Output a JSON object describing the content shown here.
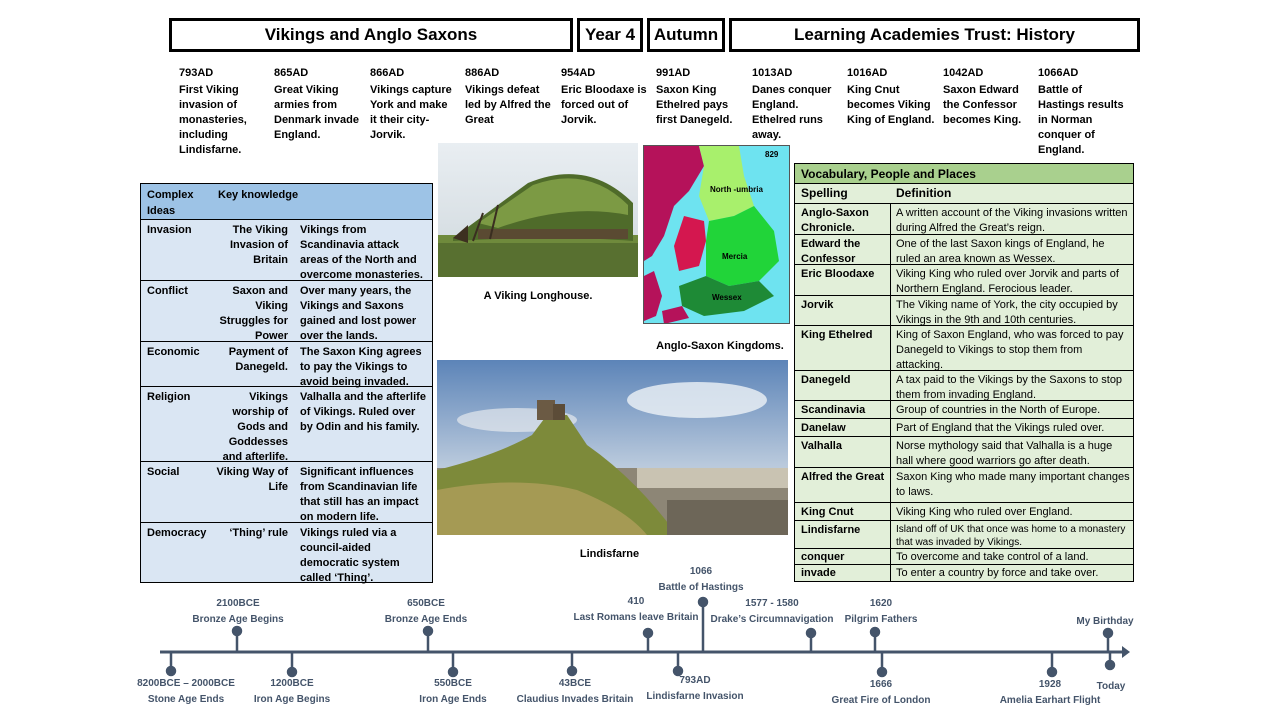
{
  "header": {
    "title": "Vikings and Anglo Saxons",
    "year": "Year 4",
    "term": "Autumn",
    "subject": "Learning Academies Trust:  History"
  },
  "events": [
    {
      "year": "793AD",
      "text": "First Viking invasion of monasteries, including Lindisfarne."
    },
    {
      "year": "865AD",
      "text": "Great Viking armies from Denmark invade England."
    },
    {
      "year": "866AD",
      "text": "Vikings capture York and make it their city- Jorvik."
    },
    {
      "year": "886AD",
      "text": "Vikings defeat led  by Alfred the Great"
    },
    {
      "year": "954AD",
      "text": "Eric Bloodaxe is forced out of Jorvik."
    },
    {
      "year": "991AD",
      "text": "Saxon King Ethelred pays first Danegeld."
    },
    {
      "year": "1013AD",
      "text": "Danes conquer England. Ethelred runs away."
    },
    {
      "year": "1016AD",
      "text": "King Cnut becomes Viking King of England."
    },
    {
      "year": "1042AD",
      "text": "Saxon Edward the Confessor becomes King."
    },
    {
      "year": "1066AD",
      "text": "Battle of Hastings results in Norman conquer of England."
    }
  ],
  "key_knowledge": {
    "head_col1": "Complex Ideas",
    "head_col2": "Key knowledge",
    "rows": [
      {
        "idea": "Invasion",
        "topic": "The Viking Invasion of Britain",
        "detail": "Vikings from Scandinavia attack areas of the North and overcome monasteries."
      },
      {
        "idea": "Conflict",
        "topic": "Saxon and Viking Struggles for Power",
        "detail": "Over many years, the Vikings and Saxons gained and lost power over the lands."
      },
      {
        "idea": "Economic",
        "topic": "Payment of Danegeld.",
        "detail": "The Saxon King agrees to pay the Vikings to avoid being invaded."
      },
      {
        "idea": "Religion",
        "topic": "Vikings worship of Gods and Goddesses and afterlife.",
        "detail": "Valhalla and the afterlife of Vikings. Ruled over by Odin and his family."
      },
      {
        "idea": "Social",
        "topic": "Viking Way of Life",
        "detail": "Significant influences from Scandinavian life that still has an impact on modern life."
      },
      {
        "idea": "Democracy",
        "topic": "‘Thing’ rule",
        "detail": "Vikings ruled via a council-aided democratic system called ‘Thing’."
      }
    ]
  },
  "images": {
    "longhouse_caption": "A Viking Longhouse.",
    "map_caption": "Anglo-Saxon Kingdoms.",
    "lindisfarne_caption": "Lindisfarne",
    "map_labels": {
      "north": "North -umbria",
      "mercia": "Mercia",
      "wessex": "Wessex",
      "corner": "829"
    }
  },
  "vocab": {
    "title": "Vocabulary, People and Places",
    "col_spelling": "Spelling",
    "col_definition": "Definition",
    "rows": [
      {
        "term": "Anglo-Saxon Chronicle.",
        "def": "A written account of the Viking invasions written during Alfred the Great’s reign."
      },
      {
        "term": "Edward the Confessor",
        "def": "One of the last Saxon kings of England, he ruled an area known as Wessex."
      },
      {
        "term": "Eric Bloodaxe",
        "def": "Viking King who ruled over Jorvik and parts of Northern England. Ferocious leader."
      },
      {
        "term": "Jorvik",
        "def": "The Viking name of York, the city occupied by Vikings in the 9th and 10th centuries."
      },
      {
        "term": "King Ethelred",
        "def": "King of Saxon England, who was forced to pay Danegeld to Vikings to stop them from attacking."
      },
      {
        "term": "Danegeld",
        "def": "A tax paid to the Vikings by the Saxons to stop them from invading England."
      },
      {
        "term": "Scandinavia",
        "def": "Group of countries in the North of Europe."
      },
      {
        "term": "Danelaw",
        "def": "Part of England that the Vikings ruled over."
      },
      {
        "term": "Valhalla",
        "def": "Norse mythology said that Valhalla is a huge hall where good warriors go after death."
      },
      {
        "term": "Alfred the Great",
        "def": "Saxon King who made many important changes to laws."
      },
      {
        "term": "King Cnut",
        "def": "Viking King who ruled over England."
      },
      {
        "term": "Lindisfarne",
        "def": "Island off of UK that once was home to a monastery that was invaded by Vikings."
      },
      {
        "term": "conquer",
        "def": "To overcome and take control of a land."
      },
      {
        "term": "invade",
        "def": "To enter a country by force and take over."
      }
    ]
  },
  "timeline": [
    {
      "date": "8200BCE – 2000BCE",
      "label": "Stone Age Ends",
      "side": "below"
    },
    {
      "date": "2100BCE",
      "label": "Bronze Age Begins",
      "side": "above"
    },
    {
      "date": "1200BCE",
      "label": "Iron Age Begins",
      "side": "below"
    },
    {
      "date": "650BCE",
      "label": "Bronze Age Ends",
      "side": "above"
    },
    {
      "date": "550BCE",
      "label": "Iron Age Ends",
      "side": "below"
    },
    {
      "date": "43BCE",
      "label": "Claudius Invades Britain",
      "side": "below"
    },
    {
      "date": "410",
      "label": "Last Romans leave Britain",
      "side": "above"
    },
    {
      "date": "793AD",
      "label": "Lindisfarne Invasion",
      "side": "below"
    },
    {
      "date": "1066",
      "label": "Battle of Hastings",
      "side": "above"
    },
    {
      "date": "1577 - 1580",
      "label": "Drake’s Circumnavigation",
      "side": "above"
    },
    {
      "date": "1620",
      "label": "Pilgrim Fathers",
      "side": "above"
    },
    {
      "date": "1666",
      "label": "Great Fire of London",
      "side": "below"
    },
    {
      "date": "1928",
      "label": "Amelia Earhart Flight",
      "side": "below"
    },
    {
      "date": "My Birthday",
      "label": "",
      "side": "above"
    },
    {
      "date": "",
      "label": "Today",
      "side": "below"
    }
  ]
}
